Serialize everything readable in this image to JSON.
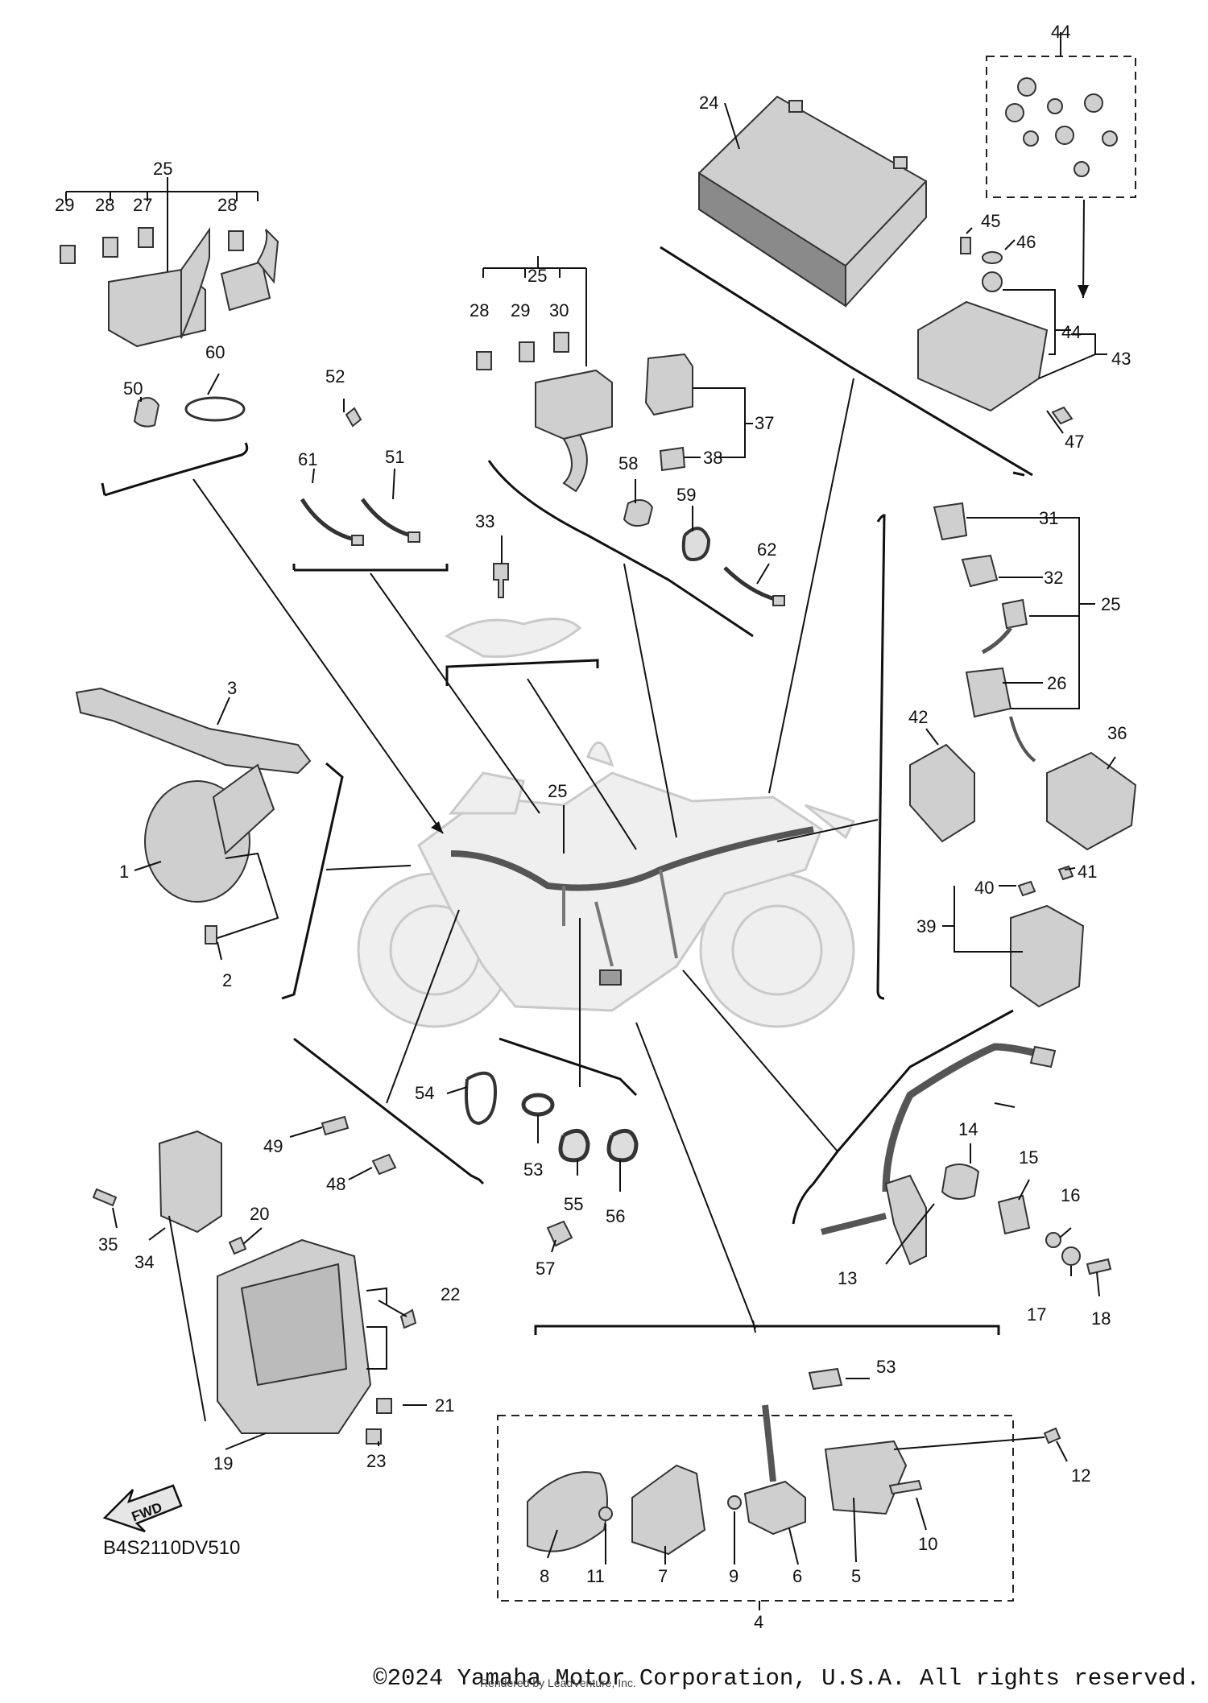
{
  "diagram": {
    "code": "B4S2110DV510",
    "fwd_label": "FWD",
    "labels": [
      {
        "id": "l1",
        "text": "1"
      },
      {
        "id": "l2",
        "text": "2"
      },
      {
        "id": "l3",
        "text": "3"
      },
      {
        "id": "l4",
        "text": "4"
      },
      {
        "id": "l5",
        "text": "5"
      },
      {
        "id": "l6",
        "text": "6"
      },
      {
        "id": "l7",
        "text": "7"
      },
      {
        "id": "l8",
        "text": "8"
      },
      {
        "id": "l9",
        "text": "9"
      },
      {
        "id": "l10",
        "text": "10"
      },
      {
        "id": "l11",
        "text": "11"
      },
      {
        "id": "l12",
        "text": "12"
      },
      {
        "id": "l13",
        "text": "13"
      },
      {
        "id": "l14",
        "text": "14"
      },
      {
        "id": "l15",
        "text": "15"
      },
      {
        "id": "l16",
        "text": "16"
      },
      {
        "id": "l17",
        "text": "17"
      },
      {
        "id": "l18",
        "text": "18"
      },
      {
        "id": "l19",
        "text": "19"
      },
      {
        "id": "l20",
        "text": "20"
      },
      {
        "id": "l21",
        "text": "21"
      },
      {
        "id": "l22",
        "text": "22"
      },
      {
        "id": "l23",
        "text": "23"
      },
      {
        "id": "l24",
        "text": "24"
      },
      {
        "id": "l25a",
        "text": "25"
      },
      {
        "id": "l25b",
        "text": "25"
      },
      {
        "id": "l25c",
        "text": "25"
      },
      {
        "id": "l25d",
        "text": "25"
      },
      {
        "id": "l26",
        "text": "26"
      },
      {
        "id": "l27",
        "text": "27"
      },
      {
        "id": "l28a",
        "text": "28"
      },
      {
        "id": "l28b",
        "text": "28"
      },
      {
        "id": "l28c",
        "text": "28"
      },
      {
        "id": "l29a",
        "text": "29"
      },
      {
        "id": "l29b",
        "text": "29"
      },
      {
        "id": "l30",
        "text": "30"
      },
      {
        "id": "l31",
        "text": "31"
      },
      {
        "id": "l32",
        "text": "32"
      },
      {
        "id": "l33",
        "text": "33"
      },
      {
        "id": "l34",
        "text": "34"
      },
      {
        "id": "l35",
        "text": "35"
      },
      {
        "id": "l36",
        "text": "36"
      },
      {
        "id": "l37",
        "text": "37"
      },
      {
        "id": "l38",
        "text": "38"
      },
      {
        "id": "l39",
        "text": "39"
      },
      {
        "id": "l40",
        "text": "40"
      },
      {
        "id": "l41",
        "text": "41"
      },
      {
        "id": "l42",
        "text": "42"
      },
      {
        "id": "l43",
        "text": "43"
      },
      {
        "id": "l44a",
        "text": "44"
      },
      {
        "id": "l44b",
        "text": "44"
      },
      {
        "id": "l45",
        "text": "45"
      },
      {
        "id": "l46",
        "text": "46"
      },
      {
        "id": "l47",
        "text": "47"
      },
      {
        "id": "l48",
        "text": "48"
      },
      {
        "id": "l49",
        "text": "49"
      },
      {
        "id": "l50",
        "text": "50"
      },
      {
        "id": "l51",
        "text": "51"
      },
      {
        "id": "l52",
        "text": "52"
      },
      {
        "id": "l53a",
        "text": "53"
      },
      {
        "id": "l53b",
        "text": "53"
      },
      {
        "id": "l54",
        "text": "54"
      },
      {
        "id": "l55",
        "text": "55"
      },
      {
        "id": "l56",
        "text": "56"
      },
      {
        "id": "l57",
        "text": "57"
      },
      {
        "id": "l58",
        "text": "58"
      },
      {
        "id": "l59",
        "text": "59"
      },
      {
        "id": "l60",
        "text": "60"
      },
      {
        "id": "l61",
        "text": "61"
      },
      {
        "id": "l62",
        "text": "62"
      }
    ]
  },
  "footer": {
    "copyright": "©2024 Yamaha Motor Corporation, U.S.A. All rights reserved.",
    "rendered_by": "Rendered by LeadVenture, Inc."
  }
}
